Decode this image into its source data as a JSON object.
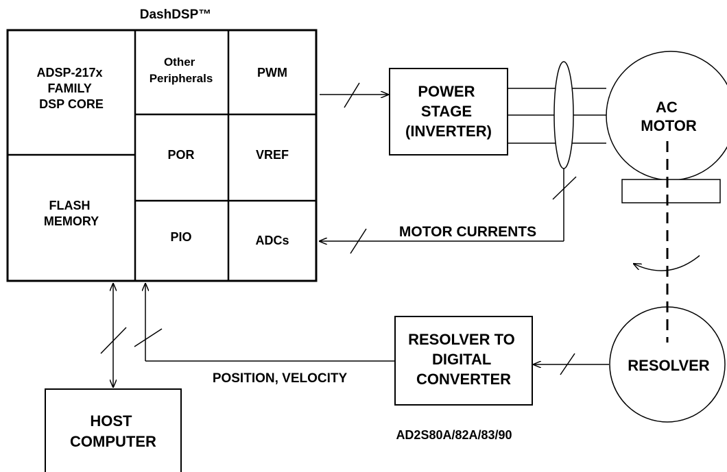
{
  "title": "DashDSP™",
  "dsp": {
    "core": [
      "ADSP-217x",
      "FAMILY",
      "DSP CORE"
    ],
    "flash": [
      "FLASH",
      "MEMORY"
    ],
    "other_peripherals": [
      "Other",
      "Peripherals"
    ],
    "pwm": "PWM",
    "por": "POR",
    "vref": "VREF",
    "pio": "PIO",
    "adcs": "ADCs"
  },
  "power_stage": [
    "POWER",
    "STAGE",
    "(INVERTER)"
  ],
  "motor": [
    "AC",
    "MOTOR"
  ],
  "resolver": "RESOLVER",
  "rdc": {
    "lines": [
      "RESOLVER TO",
      "DIGITAL",
      "CONVERTER"
    ],
    "part": "AD2S80A/82A/83/90"
  },
  "host": [
    "HOST",
    "COMPUTER"
  ],
  "signals": {
    "motor_currents": "MOTOR CURRENTS",
    "position_velocity": "POSITION, VELOCITY"
  }
}
